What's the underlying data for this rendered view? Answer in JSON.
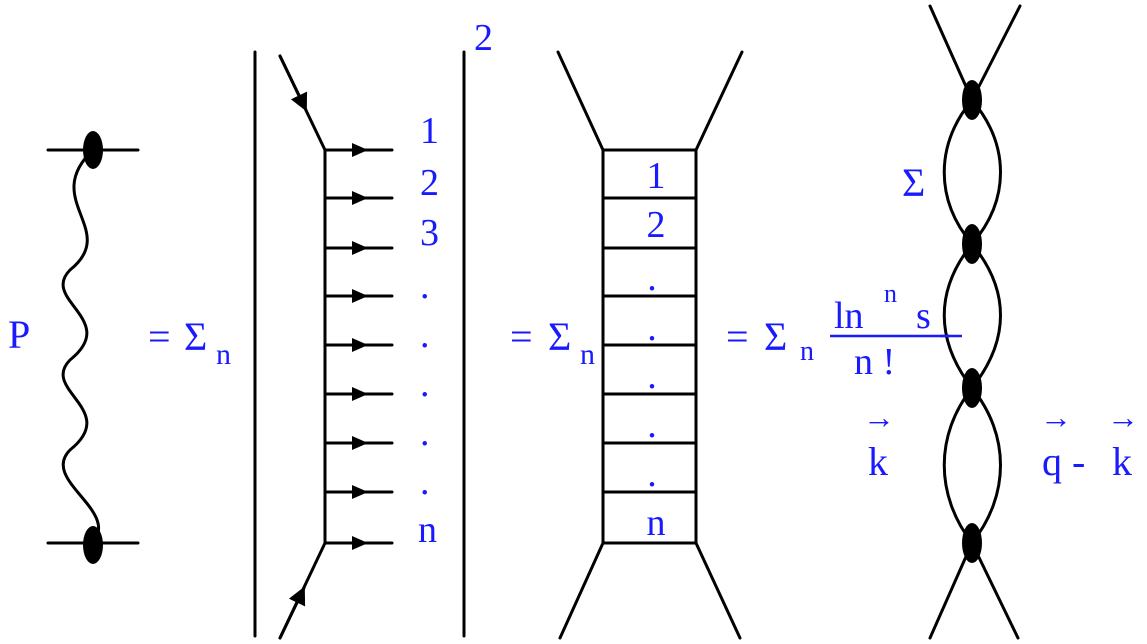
{
  "colors": {
    "text": "#1a1aff",
    "lines": "#000000",
    "background": "#ffffff"
  },
  "pomeron": {
    "label": "P"
  },
  "equals_sum_n": {
    "eq": "=",
    "sigma": "Σ",
    "sub": "n"
  },
  "amplitude_squared": {
    "exponent": "2",
    "gluon_labels": [
      "1",
      "2",
      "3",
      ".",
      ".",
      ".",
      ".",
      ".",
      "n"
    ]
  },
  "ladder": {
    "rung_labels": [
      "1",
      "2",
      ".",
      ".",
      ".",
      ".",
      ".",
      "n"
    ]
  },
  "series_term": {
    "eq": "=",
    "sigma": "Σ",
    "sub": "n",
    "numerator_ln": "ln",
    "numerator_sup": "n",
    "numerator_s": "s",
    "denominator": "n !"
  },
  "loop_diagram": {
    "sigma": "Σ",
    "vec_arrow": "→",
    "momentum_k": "k",
    "momentum_q": "q",
    "minus": "-"
  }
}
